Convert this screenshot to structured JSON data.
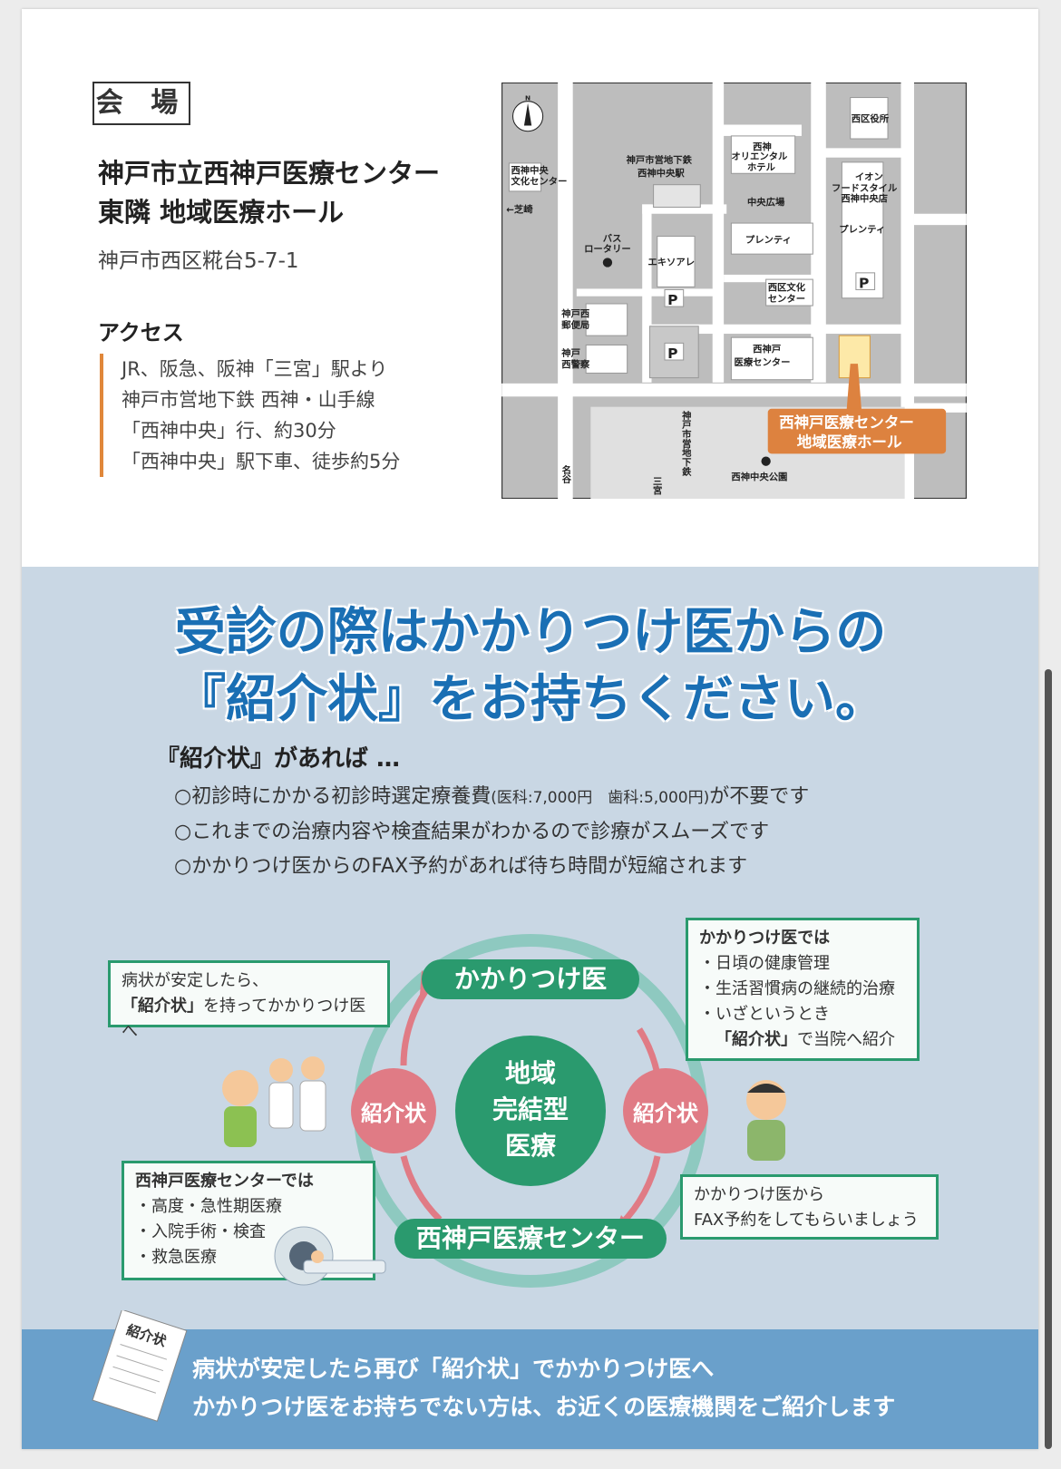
{
  "venue": {
    "label": "会 場",
    "name_line1": "神戸市立西神戸医療センター",
    "name_line2": "東隣 地域医療ホール",
    "address": "神戸市西区糀台5-7-1",
    "access_title": "アクセス",
    "access_lines": [
      "JR、阪急、阪神「三宮」駅より",
      "神戸市営地下鉄 西神・山手線",
      "「西神中央」行、約30分",
      "「西神中央」駅下車、徒歩約5分"
    ]
  },
  "map": {
    "north": "N",
    "labels": {
      "culture_center": [
        "西神中央",
        "文化センター"
      ],
      "station": [
        "神戸市営地下鉄",
        "西神中央駅"
      ],
      "hotel": [
        "西神",
        "オリエンタル",
        "ホテル"
      ],
      "ward_office": "西区役所",
      "aeon": [
        "イオン",
        "フードスタイル",
        "西神中央店"
      ],
      "plaza": "中央広場",
      "plenty1": "プレンティ",
      "plenty2": "プレンティ",
      "shibasaki": "←芝崎",
      "bus": [
        "バス",
        "ロータリー"
      ],
      "ekisoare": "エキソアレ",
      "parking": "P",
      "post": [
        "神戸西",
        "郵便局"
      ],
      "police": [
        "神戸",
        "西警察"
      ],
      "ward_culture": [
        "西区文化",
        "センター"
      ],
      "hospital": [
        "西神戸",
        "医療センター"
      ],
      "subway": "神戸市営地下鉄",
      "sannomiya": "三宮",
      "meidani": "名谷",
      "park": "西神中央公園",
      "callout": [
        "西神戸医療センター",
        "地域医療ホール"
      ]
    },
    "colors": {
      "highlight": "#fde9a8",
      "callout": "#dd823f"
    }
  },
  "headline": {
    "line1": "受診の際はかかりつけ医からの",
    "line2": "『紹介状』をお持ちください。"
  },
  "benefits": {
    "title": "『紹介状』があれば …",
    "items": [
      "○初診時にかかる初診時選定療養費",
      "(医科:7,000円　歯科:5,000円)",
      "が不要です",
      "○これまでの治療内容や検査結果がわかるので診療がスムーズです",
      "○かかりつけ医からのFAX予約があれば待ち時間が短縮されます"
    ]
  },
  "diagram": {
    "center": [
      "地域",
      "完結型",
      "医療"
    ],
    "top_pill": "かかりつけ医",
    "bottom_pill": "西神戸医療センター",
    "left_badge": "紹介状",
    "right_badge": "紹介状",
    "box_tl": {
      "line1": "病状が安定したら、",
      "bold": "「紹介状」",
      "rest": "を持ってかかりつけ医へ"
    },
    "box_tr": {
      "title": "かかりつけ医では",
      "items": [
        "・日頃の健康管理",
        "・生活習慣病の継続的治療",
        "・いざというとき"
      ],
      "last_bold": "「紹介状」",
      "last_rest": "で当院へ紹介"
    },
    "box_bl": {
      "title": "西神戸医療センターでは",
      "items": [
        "・高度・急性期医療",
        "・入院手術・検査",
        "・救急医療"
      ]
    },
    "box_br": {
      "lines": [
        "かかりつけ医から",
        "FAX予約をしてもらいましょう"
      ]
    }
  },
  "banner": {
    "letter": "紹介状",
    "line1": "病状が安定したら再び「紹介状」でかかりつけ医へ",
    "line2": "かかりつけ医をお持ちでない方は、お近くの医療機関をご紹介します"
  }
}
